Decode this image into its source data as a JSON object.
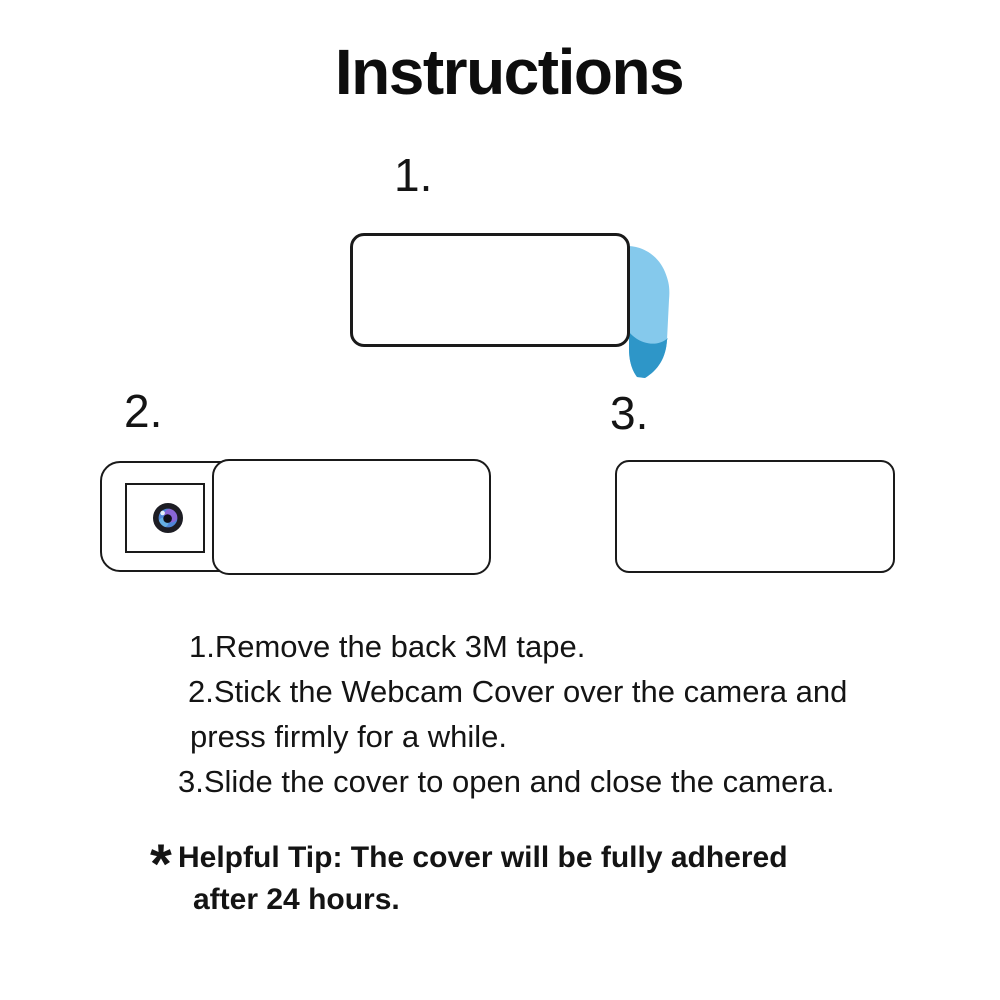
{
  "page": {
    "title": "Instructions",
    "background": "#FFFFFF"
  },
  "steps": {
    "labels": [
      "1.",
      "2.",
      "3."
    ]
  },
  "instruction_lines": [
    "1.Remove the back 3M tape.",
    "2.Stick the Webcam Cover over the camera and",
    "press firmly for a while.",
    "3.Slide the cover to open and close the camera."
  ],
  "tip": {
    "marker": "*",
    "line1": "Helpful Tip: The cover will be fully adhered",
    "line2": "after 24 hours."
  },
  "icons": {
    "tape": "peeled-tape-icon",
    "lens": "camera-lens-icon"
  },
  "colors": {
    "outline": "#1A1A1A",
    "tape_light": "#85C9EC",
    "tape_dark": "#2E96C8",
    "lens_ring": "#1D1D24",
    "lens_iris": "#4E86D8",
    "lens_purple": "#9063D6",
    "lens_cyan": "#6FC1EA",
    "lens_pupil": "#101018",
    "lens_highlight": "#EAF5FC"
  }
}
